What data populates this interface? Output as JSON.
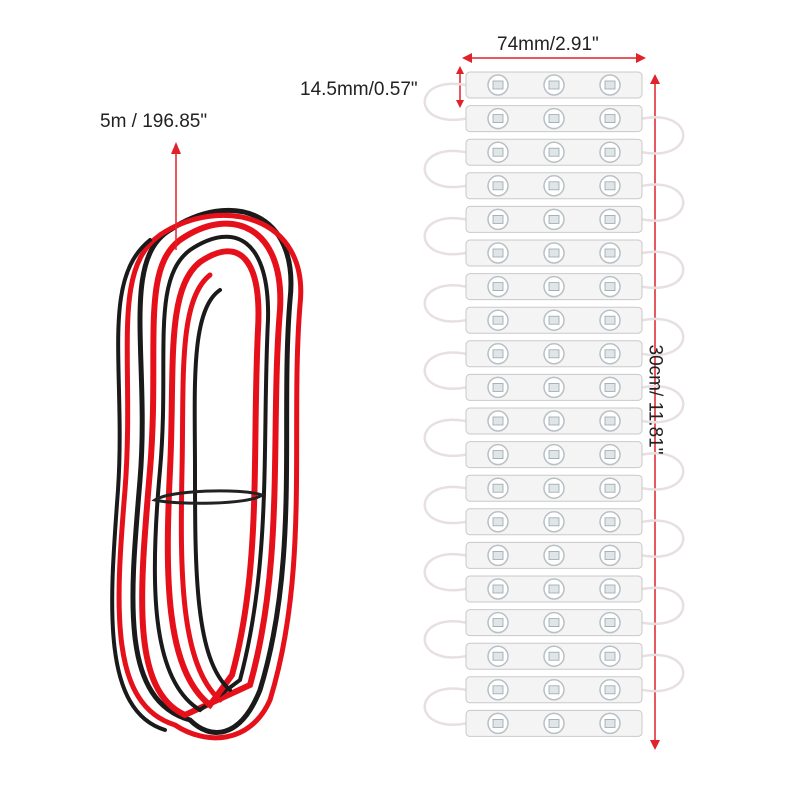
{
  "labels": {
    "cable_length": "5m / 196.85\"",
    "module_width": "74mm/2.91\"",
    "module_height": "14.5mm/0.57\"",
    "strip_length": "30cm/ 11.81\""
  },
  "colors": {
    "wire_red": "#e5101a",
    "wire_black": "#1a1a1a",
    "dimension_line": "#e0222a",
    "module_body": "#f4f4f4",
    "led": "#dfe6e8"
  },
  "module_count": 20
}
